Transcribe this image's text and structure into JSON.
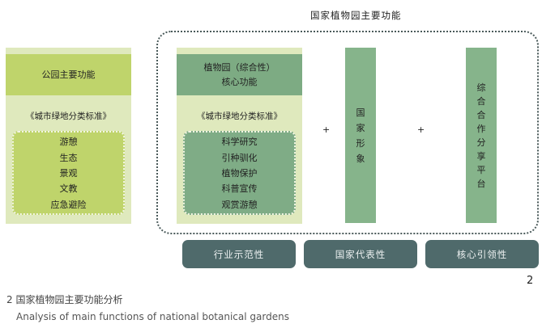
{
  "title": "国家植物园主要功能",
  "park": {
    "header": "公园主要功能",
    "standard": "《城市绿地分类标准》",
    "items": [
      "游憩",
      "生态",
      "景观",
      "文教",
      "应急避险"
    ]
  },
  "garden": {
    "header_line1": "植物园（综合性）",
    "header_line2": "核心功能",
    "standard": "《城市绿地分类标准》",
    "items": [
      "科学研究",
      "引种驯化",
      "植物保护",
      "科普宣传",
      "观赏游憩"
    ]
  },
  "plus": "+",
  "columns": [
    {
      "chars": [
        "国",
        "家",
        "形",
        "象"
      ]
    },
    {
      "chars": [
        "综",
        "合",
        "合",
        "作",
        "分",
        "享",
        "平",
        "台"
      ]
    }
  ],
  "bottom": [
    "行业示范性",
    "国家代表性",
    "核心引领性"
  ],
  "figure_number": "2",
  "caption_cn": "2 国家植物园主要功能分析",
  "caption_en": "Analysis of main functions of national botanical gardens"
}
